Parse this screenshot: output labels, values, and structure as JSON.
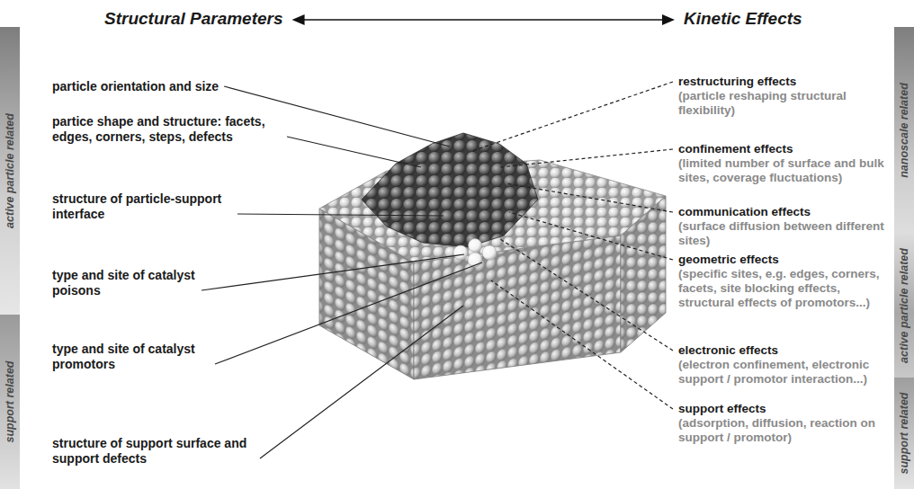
{
  "diagram": {
    "nodes": [
      {
        "text": [
          "active particle related"
        ]
      },
      {
        "text": [
          "support related"
        ]
      },
      {
        "text": [
          "nanoscale related"
        ]
      },
      {
        "text": [
          "active particle related"
        ]
      },
      {
        "text": [
          "support related"
        ]
      }
    ],
    "labels": [
      "Structural Parameters",
      "Kinetic Effects",
      "particle orientation and size",
      "partice shape and structure: facets, edges, corners, steps, defects",
      "structure of particle-support interface",
      "type and site of catalyst poisons",
      "type and site of catalyst promotors",
      "structure of support surface and support defects",
      "restructuring effects",
      "(particle reshaping structural flexibility)",
      "confinement effects",
      "(limited number of surface and bulk sites, coverage fluctuations)",
      "communication effects",
      "(surface diffusion between different sites)",
      "geometric effects",
      "(specific sites, e.g. edges, corners, facets, site blocking effects, structural effects of promotors...)",
      "electronic effects",
      "(electron confinement, electronic support / promotor interaction...)",
      "support effects",
      "(adsorption, diffusion, reaction on support / promotor)"
    ]
  }
}
